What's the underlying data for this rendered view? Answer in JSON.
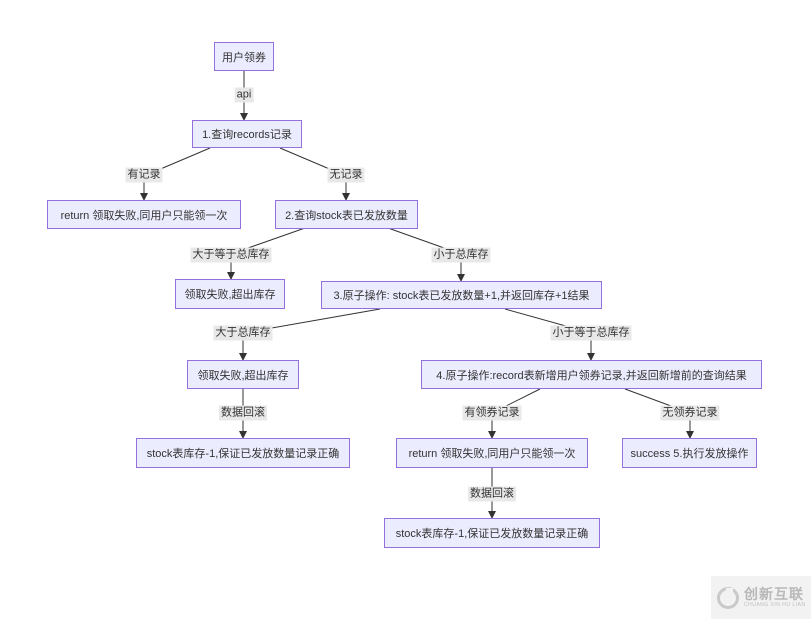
{
  "nodes": {
    "user_claim": "用户领券",
    "query_records": "1.查询records记录",
    "return_fail_1": "return 领取失败,同用户只能领一次",
    "query_stock": "2.查询stock表已发放数量",
    "fail_exceed_1": "领取失败,超出库存",
    "atomic_stock": "3.原子操作: stock表已发放数量+1,并返回库存+1结果",
    "fail_exceed_2": "领取失败,超出库存",
    "atomic_record": "4.原子操作:record表新增用户领券记录,并返回新增前的查询结果",
    "rollback_1": "stock表库存-1,保证已发放数量记录正确",
    "return_fail_2": "return 领取失败,同用户只能领一次",
    "success": "success 5.执行发放操作",
    "rollback_2": "stock表库存-1,保证已发放数量记录正确"
  },
  "edges": {
    "api": "api",
    "has_record": "有记录",
    "no_record": "无记录",
    "gte_total_1": "大于等于总库存",
    "lt_total_1": "小于总库存",
    "gt_total_2": "大于总库存",
    "lte_total_2": "小于等于总库存",
    "rollback_a": "数据回滚",
    "has_coupon": "有领券记录",
    "no_coupon": "无领券记录",
    "rollback_b": "数据回滚"
  },
  "watermark": {
    "brand": "创新互联",
    "sub": "CHUANG XIN HU LIAN"
  },
  "colors": {
    "node_fill": "#ececff",
    "node_border": "#9370db",
    "edge": "#333333",
    "label_bg": "#e8e8e8"
  }
}
